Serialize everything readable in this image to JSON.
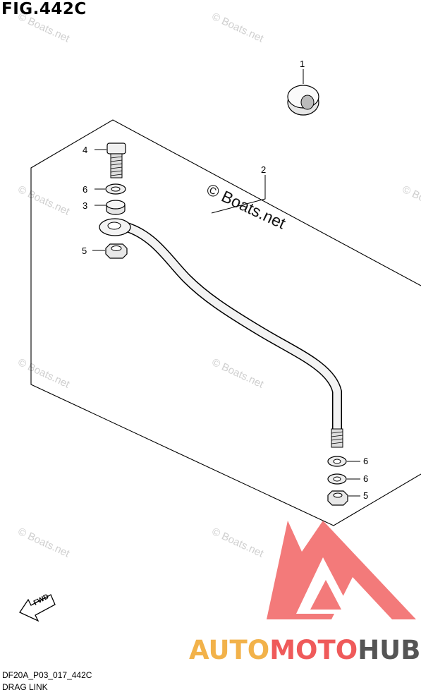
{
  "figure": {
    "title": "FIG.442C",
    "code": "DF20A_P03_017_442C",
    "name": "DRAG LINK"
  },
  "watermark": {
    "center_text": "© Boats.net",
    "faint_text": "© Boats.net"
  },
  "callouts": {
    "c1": "1",
    "c2": "2",
    "c3": "3",
    "c4": "4",
    "c5a": "5",
    "c5b": "5",
    "c6a": "6",
    "c6b": "6",
    "c6c": "6"
  },
  "fwd_label": "FWD",
  "brand": {
    "part1": "AUTO",
    "part2": "MOTO",
    "part3": "HUB",
    "colors": {
      "auto": "#f2b24a",
      "moto": "#ef5a5a",
      "hub": "#555555"
    }
  }
}
